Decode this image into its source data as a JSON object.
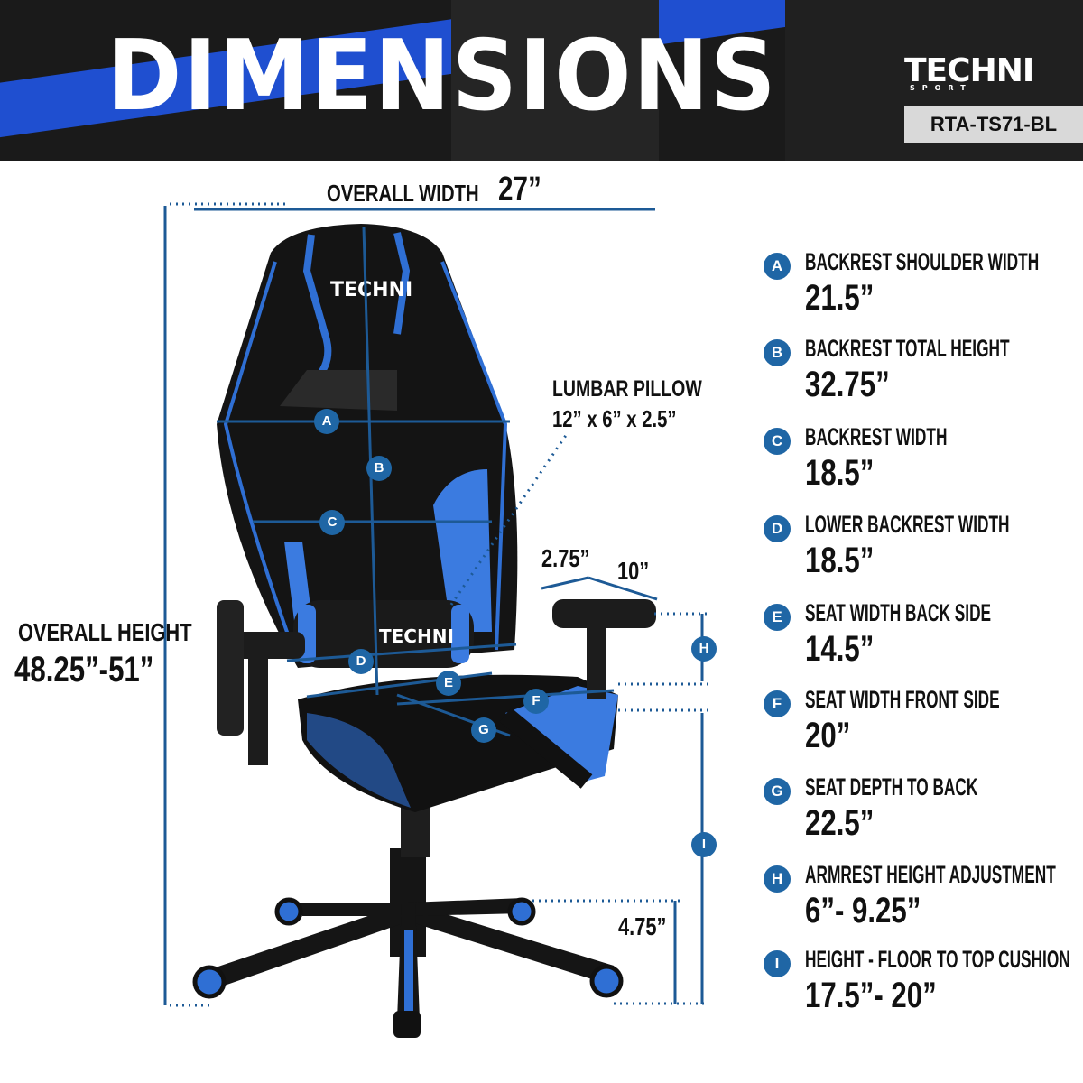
{
  "header": {
    "title": "DIMENSIONS",
    "brand": "TECHNI",
    "brand_sub": "SPORT",
    "model": "RTA-TS71-BL"
  },
  "colors": {
    "accent": "#1f66a5",
    "header_bg": "#1a1a1a",
    "stripe": "#1f4fd0"
  },
  "overall_width": {
    "label": "OVERALL WIDTH",
    "value": "27”"
  },
  "overall_height": {
    "label": "OVERALL HEIGHT",
    "value": "48.25”-51”"
  },
  "lumbar": {
    "label": "LUMBAR PILLOW",
    "value": "12” x 6” x 2.5”"
  },
  "armrest": {
    "offset": "2.75”",
    "length": "10”"
  },
  "caster_height": "4.75”",
  "chair_logo": "TECHNI",
  "legend": [
    {
      "key": "A",
      "label": "BACKREST SHOULDER WIDTH",
      "value": "21.5”"
    },
    {
      "key": "B",
      "label": "BACKREST TOTAL HEIGHT",
      "value": "32.75”"
    },
    {
      "key": "C",
      "label": "BACKREST WIDTH",
      "value": "18.5”"
    },
    {
      "key": "D",
      "label": "LOWER BACKREST WIDTH",
      "value": "18.5”"
    },
    {
      "key": "E",
      "label": "SEAT WIDTH BACK SIDE",
      "value": "14.5”"
    },
    {
      "key": "F",
      "label": "SEAT WIDTH FRONT SIDE",
      "value": "20”"
    },
    {
      "key": "G",
      "label": "SEAT DEPTH TO BACK",
      "value": "22.5”"
    },
    {
      "key": "H",
      "label": "ARMREST HEIGHT ADJUSTMENT",
      "value": "6”- 9.25”"
    },
    {
      "key": "I",
      "label": "HEIGHT - FLOOR TO TOP CUSHION",
      "value": "17.5”- 20”"
    }
  ]
}
